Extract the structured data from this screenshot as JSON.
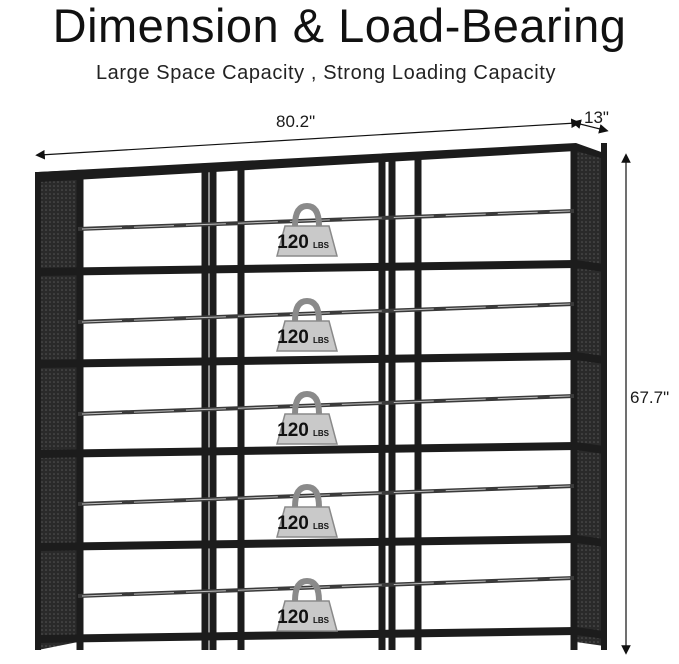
{
  "header": {
    "title": "Dimension & Load-Bearing",
    "subtitle": "Large Space Capacity , Strong Loading Capacity"
  },
  "dimensions": {
    "width": "80.2\"",
    "depth": "13\"",
    "height": "67.7\""
  },
  "load_badges": [
    {
      "number": "120",
      "unit": "LBS"
    },
    {
      "number": "120",
      "unit": "LBS"
    },
    {
      "number": "120",
      "unit": "LBS"
    },
    {
      "number": "120",
      "unit": "LBS"
    },
    {
      "number": "120",
      "unit": "LBS"
    }
  ],
  "colors": {
    "frame": "#1c1c1c",
    "frame_light": "#3a3a3a",
    "weight_fill": "#c9c9c9",
    "weight_dark": "#8a8a8a"
  },
  "icons": [
    "weight-icon",
    "dimension-arrow-icon"
  ]
}
